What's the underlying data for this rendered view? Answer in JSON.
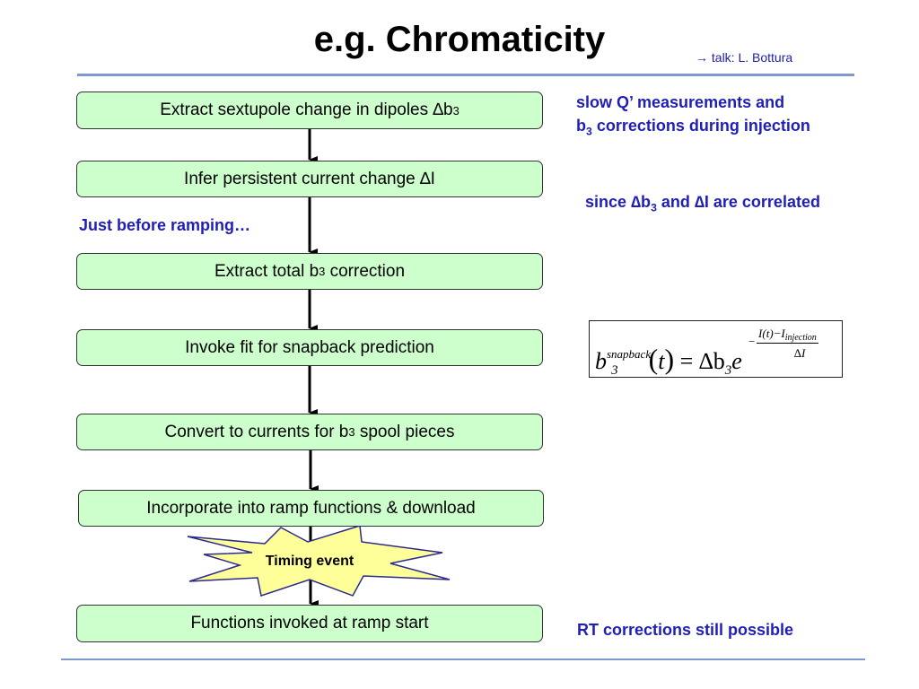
{
  "title": "e.g. Chromaticity",
  "talk_ref": "→ talk: L. Bottura",
  "steps": [
    {
      "text": "Extract sextupole change in dipoles ∆b",
      "sub": "3",
      "tail": ""
    },
    {
      "text": "Infer persistent current change ∆I",
      "sub": "",
      "tail": ""
    },
    {
      "text": "Extract total b",
      "sub": "3",
      "tail": " correction"
    },
    {
      "text": "Invoke fit for snapback prediction",
      "sub": "",
      "tail": ""
    },
    {
      "text": "Convert to currents for b",
      "sub": "3",
      "tail": " spool pieces"
    },
    {
      "text": "Incorporate into ramp functions & download",
      "sub": "",
      "tail": ""
    },
    {
      "text": "Functions invoked at ramp start",
      "sub": "",
      "tail": ""
    }
  ],
  "notes": {
    "slow_q_line1": "slow Q’ measurements and",
    "slow_q_line2_a": "b",
    "slow_q_line2_sub": "3",
    "slow_q_line2_b": " corrections during injection",
    "correlated_a": "since ∆b",
    "correlated_sub": "3",
    "correlated_b": " and ∆I are correlated",
    "before_ramping": "Just before ramping…",
    "rt_corrections": "RT corrections still possible"
  },
  "equation": {
    "base": "b",
    "base_sub": "3",
    "superscript": "snapback",
    "arg": "t",
    "rhs": "= ∆b",
    "rhs_sub": "3",
    "rhs_e": "e",
    "exp_num_a": "I",
    "exp_num_arg": "t",
    "exp_num_b": "−I",
    "exp_num_sub": "injection",
    "exp_den": "∆I",
    "exp_minus": "−"
  },
  "timing_event": "Timing event",
  "colors": {
    "box_fill": "#ccffcc",
    "note_blue": "#1f1fb8",
    "rule_blue": "#7e97d3",
    "burst_fill": "#ffff99"
  }
}
